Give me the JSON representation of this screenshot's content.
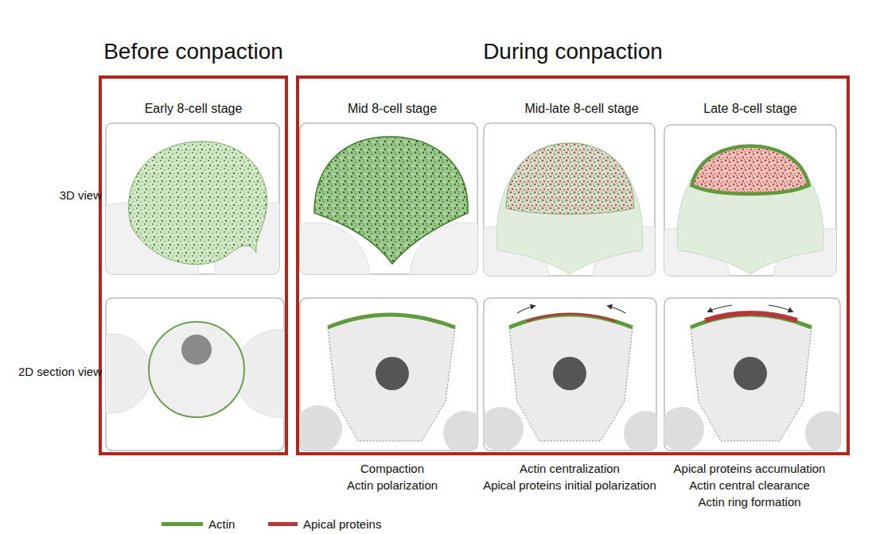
{
  "diagram": {
    "nodes": [
      {
        "text": [
          "Before conpaction"
        ]
      },
      {
        "text": [
          "During conpaction"
        ]
      }
    ],
    "labels": [
      "Early 8-cell stage",
      "Mid 8-cell stage",
      "Mid-late 8-cell stage",
      "Late 8-cell stage",
      "3D view",
      "2D section view",
      "Compaction",
      "Actin centralization",
      "Apical proteins accumulation",
      "Actin polarization",
      "Apical proteins initial polarization",
      "Actin central clearance",
      "Actin ring formation"
    ],
    "legend": [
      {
        "text": "Actin",
        "color": "#5f9b3d"
      },
      {
        "text": "Apical proteins",
        "color": "#b4383a"
      }
    ]
  }
}
